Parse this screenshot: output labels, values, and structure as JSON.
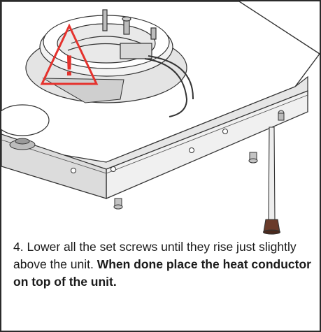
{
  "step": {
    "number": "4.",
    "text": "Lower all the set screws until they rise just slightly above the unit.",
    "emphasis": "When done place the heat conductor on top of the unit."
  },
  "figure": {
    "warning_color": "#e5322d",
    "line_color": "#333333",
    "warning_symbol": "!"
  }
}
